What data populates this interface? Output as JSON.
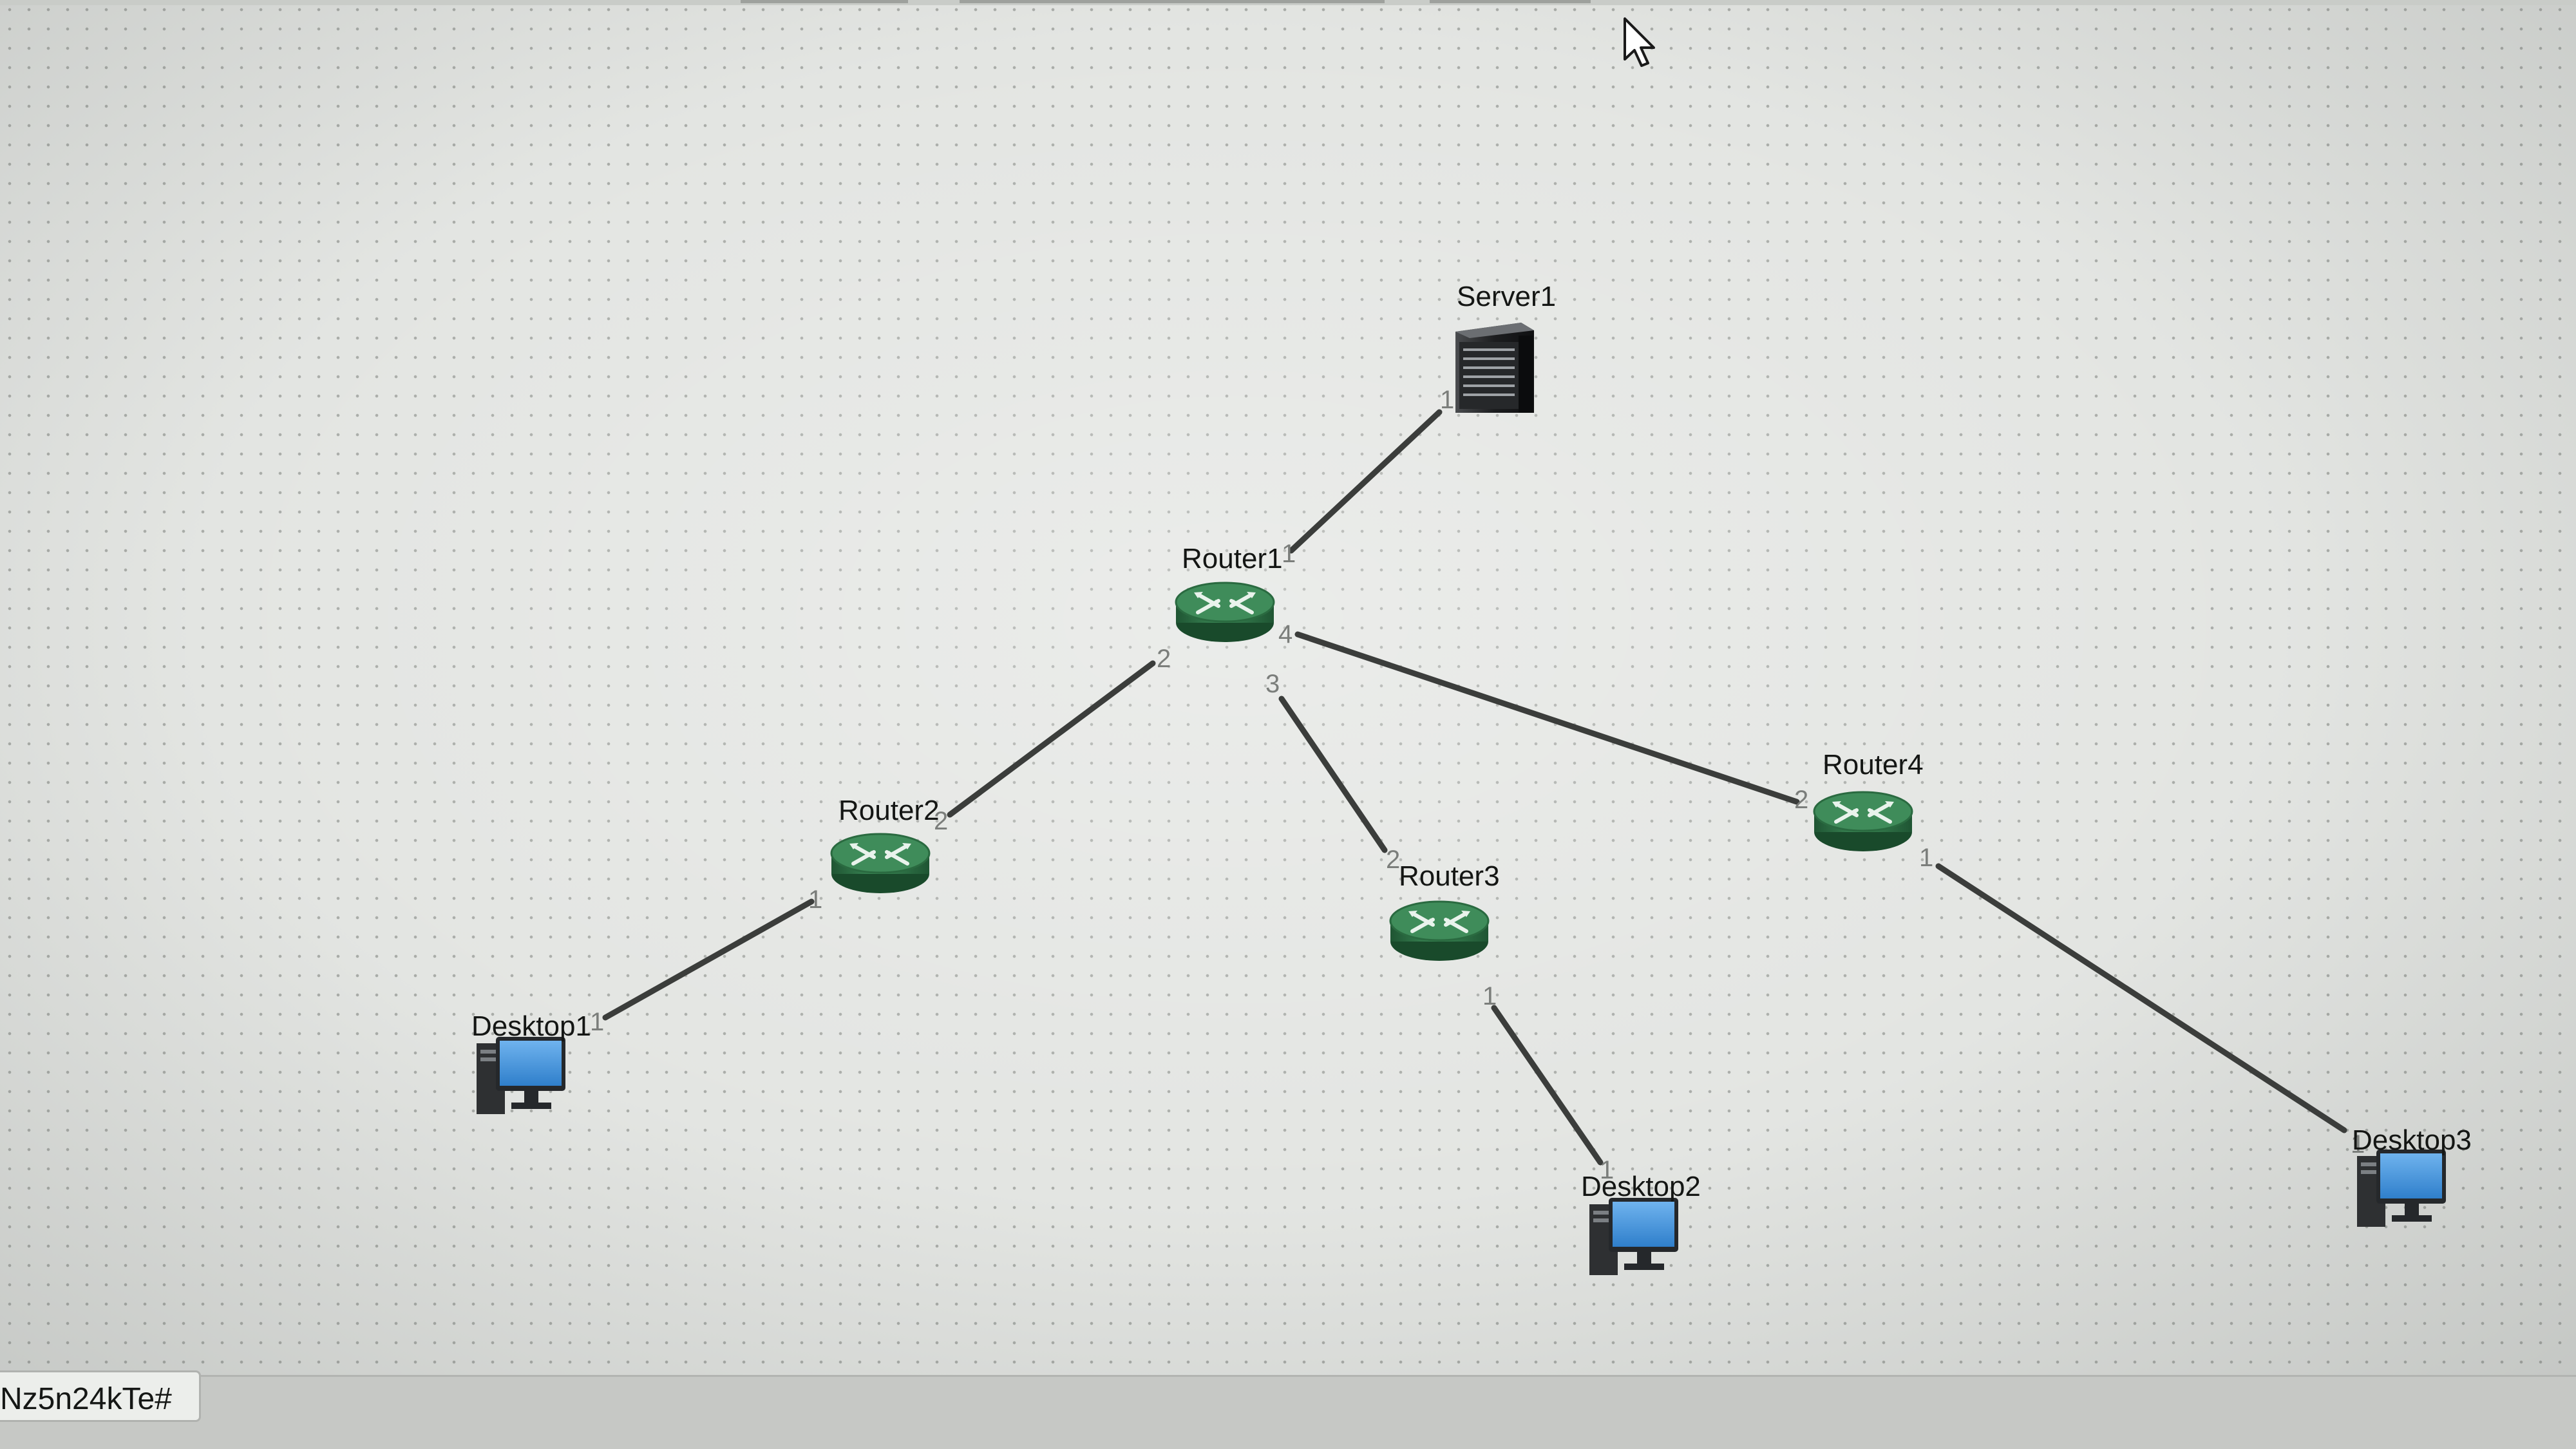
{
  "nodes": {
    "server1": "Server1",
    "router1": "Router1",
    "router2": "Router2",
    "router3": "Router3",
    "router4": "Router4",
    "desktop1": "Desktop1",
    "desktop2": "Desktop2",
    "desktop3": "Desktop3"
  },
  "links": [
    {
      "from": "Router1",
      "from_port": "1",
      "to": "Server1",
      "to_port": "1"
    },
    {
      "from": "Router1",
      "from_port": "2",
      "to": "Router2",
      "to_port": "2"
    },
    {
      "from": "Router1",
      "from_port": "3",
      "to": "Router3",
      "to_port": "2"
    },
    {
      "from": "Router1",
      "from_port": "4",
      "to": "Router4",
      "to_port": "2"
    },
    {
      "from": "Router2",
      "from_port": "1",
      "to": "Desktop1",
      "to_port": "1"
    },
    {
      "from": "Router3",
      "from_port": "1",
      "to": "Desktop2",
      "to_port": "1"
    },
    {
      "from": "Router4",
      "from_port": "1",
      "to": "Desktop3",
      "to_port": "1"
    }
  ],
  "icons": {
    "server": "server-icon",
    "router": "router-icon",
    "desktop": "desktop-icon",
    "cursor": "mouse-pointer-icon"
  },
  "colors": {
    "canvas": "#e3e5e2",
    "grid_dot": "#a9aca8",
    "link": "#3b3d3b",
    "router_green": "#2f7a4a",
    "monitor_blue": "#3d8fd6",
    "tower_dark": "#2b2d2f"
  },
  "status_bar": {
    "terminal_tab": "Nz5n24kTe#"
  }
}
